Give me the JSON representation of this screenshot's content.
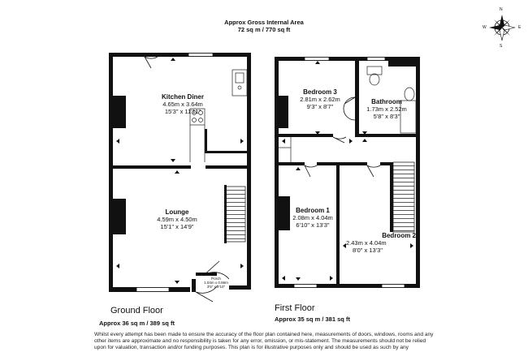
{
  "header": {
    "title": "Approx Gross Internal Area",
    "area": "72 sq m / 770 sq ft"
  },
  "compass": {
    "n": "N",
    "s": "S",
    "e": "E",
    "w": "W"
  },
  "ground_floor": {
    "label": "Ground Floor",
    "area": "Approx 36 sq m / 389 sq ft",
    "rooms": [
      {
        "name": "Kitchen Diner",
        "metric": "4.65m x 3.64m",
        "imperial": "15'3\" x 11'11\""
      },
      {
        "name": "Lounge",
        "metric": "4.59m x 4.50m",
        "imperial": "15'1\" x 14'9\""
      },
      {
        "name": "Porch",
        "metric": "1.04m x 0.86m",
        "imperial": "3'5\" x 2'10\""
      }
    ]
  },
  "first_floor": {
    "label": "First Floor",
    "area": "Approx 35 sq m / 381 sq ft",
    "rooms": [
      {
        "name": "Bedroom 3",
        "metric": "2.81m x 2.62m",
        "imperial": "9'3\" x 8'7\""
      },
      {
        "name": "Bathroom",
        "metric": "1.73m x 2.52m",
        "imperial": "5'8\" x 8'3\""
      },
      {
        "name": "Bedroom 1",
        "metric": "2.08m x 4.04m",
        "imperial": "6'10\" x 13'3\""
      },
      {
        "name": "Bedroom 2",
        "metric": "2.43m x 4.04m",
        "imperial": "8'0\" x 13'3\""
      }
    ]
  },
  "disclaimer": "Whilst every attempt has been made to ensure the accuracy of the floor plan contained here, measurements of doors, windows, rooms and any other items are approximate and no responsibility is taken for any error, omission, or mis-statement. The measurements should not be relied upon for valuation, transaction and/or funding purposes. This plan is for illustrative purposes only and should be used as such by any"
}
